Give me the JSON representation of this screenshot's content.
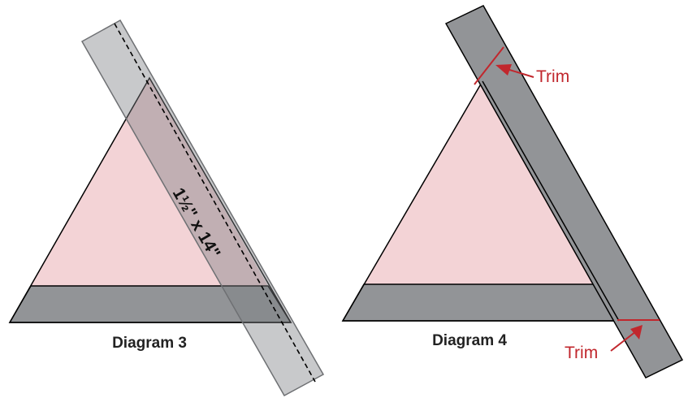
{
  "colors": {
    "triangle_fill": "#f3d3d6",
    "strip_fill": "#929497",
    "overlay_fill": "#9ea0a3",
    "outline": "#000000",
    "accent_red": "#c1272d"
  },
  "diagram3": {
    "caption": "Diagram 3",
    "strip_label": "1½\" x 14\""
  },
  "diagram4": {
    "caption": "Diagram 4",
    "trim_top": "Trim",
    "trim_bottom": "Trim"
  }
}
